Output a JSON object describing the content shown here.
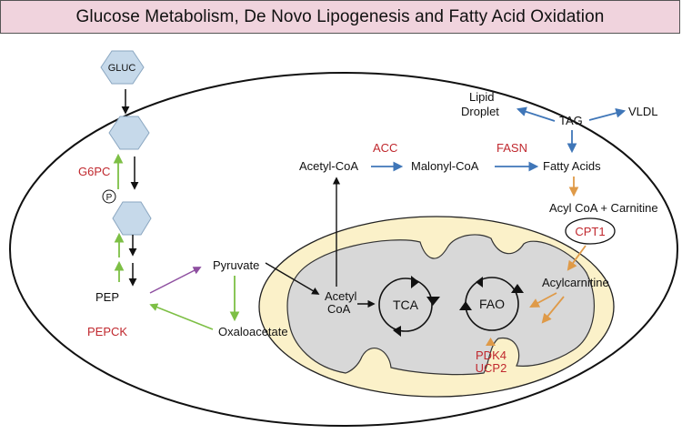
{
  "title": "Glucose Metabolism, De Novo Lipogenesis and Fatty Acid Oxidation",
  "colors": {
    "title_bg": "#f0d3dd",
    "enzyme_red": "#c0282e",
    "hexagon_fill": "#c6d9ea",
    "mito_outer": "#fbf1c9",
    "mito_matrix": "#d8d8d8",
    "arrow_blue": "#3f76b8",
    "arrow_green": "#7dbf45",
    "arrow_orange": "#df9a48",
    "arrow_purple": "#8e4fa0",
    "arrow_black": "#111111"
  },
  "labels": {
    "gluc": "GLUC",
    "phosphate": "P",
    "g6pc": "G6PC",
    "pep": "PEP",
    "pepck": "PEPCK",
    "pyruvate": "Pyruvate",
    "oxaloacetate": "Oxaloacetate",
    "acetyl_coa_cyto": "Acetyl-CoA",
    "acc": "ACC",
    "malonyl_coa": "Malonyl-CoA",
    "fasn": "FASN",
    "fatty_acids": "Fatty Acids",
    "tag": "TAG",
    "lipid": "Lipid",
    "droplet": "Droplet",
    "vldl": "VLDL",
    "acyl_coa_carnitine": "Acyl CoA + Carnitine",
    "cpt1": "CPT1",
    "acylcarnitine": "Acylcarnitine",
    "acetyl_mito": "Acetyl",
    "coa_mito": "CoA",
    "tca": "TCA",
    "fao": "FAO",
    "pdk4": "PDK4",
    "ucp2": "UCP2"
  }
}
